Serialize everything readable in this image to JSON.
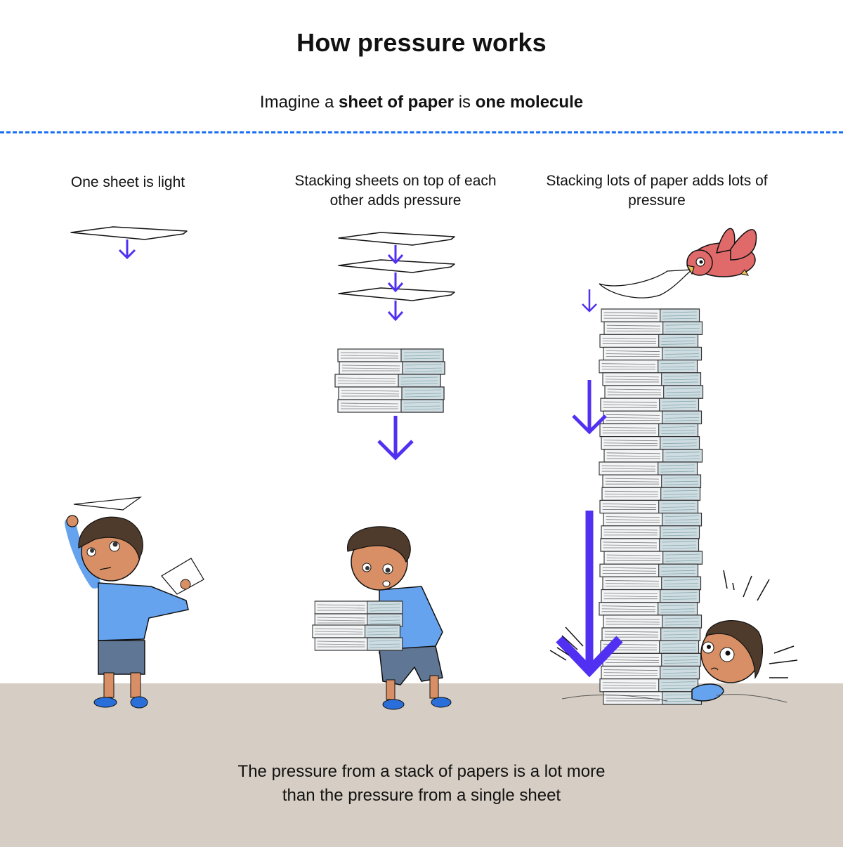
{
  "header": {
    "title": "How pressure works",
    "subtitle_parts": [
      "Imagine a ",
      "sheet of paper",
      " is ",
      "one molecule"
    ]
  },
  "panels": [
    {
      "label": "One sheet is light",
      "sheets": 1,
      "arrow_strength": "small"
    },
    {
      "label": "Stacking sheets on top of each other adds pressure",
      "sheets": 3,
      "arrow_strength": "medium"
    },
    {
      "label": "Stacking lots of paper adds lots of pressure",
      "sheets": "many",
      "arrow_strength": "large"
    }
  ],
  "caption": {
    "line1": "The pressure from a stack of papers is a lot more",
    "line2": "than the pressure from a single sheet"
  },
  "colors": {
    "arrow": "#5230f2",
    "divider": "#1a6ef5",
    "ground": "#d6cec4",
    "shirt": "#66a3ee",
    "shorts": "#5f7694",
    "skin": "#d98f65",
    "hair": "#4f3b2c",
    "bird": "#e06a6a",
    "shoe": "#2a6fd9"
  },
  "icons": [
    "paper-sheet-icon",
    "down-arrow-icon",
    "paper-stack-icon",
    "bird-icon",
    "boy-icon"
  ]
}
